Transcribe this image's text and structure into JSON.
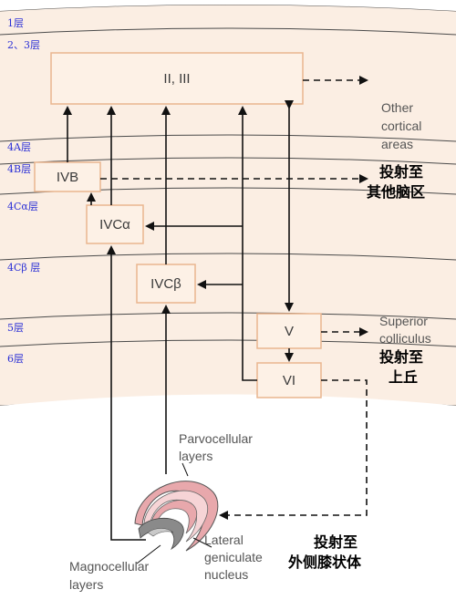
{
  "layers": [
    "1层",
    "2、3层",
    "4A层",
    "4B层",
    "4Cα层",
    "4Cβ 层",
    "5层",
    "6层"
  ],
  "boxes": {
    "l23": "II, III",
    "ivb": "IVB",
    "ivca": "IVCα",
    "ivcb": "IVCβ",
    "v": "V",
    "vi": "VI"
  },
  "outputs": {
    "other_cortical": [
      "Other",
      "cortical",
      "areas"
    ],
    "superior_colliculus": [
      "Superior",
      "colliculus"
    ]
  },
  "cn_labels": {
    "projection_other": [
      "投射至",
      "其他脑区"
    ],
    "projection_sc": [
      "投射至",
      "上丘"
    ],
    "projection_lgn": [
      "投射至",
      "外侧膝状体"
    ]
  },
  "lgn": {
    "parvocellular": [
      "Parvocellular",
      "layers"
    ],
    "magnocellular": [
      "Magnocellular",
      "layers"
    ],
    "nucleus": [
      "Lateral",
      "geniculate",
      "nucleus"
    ]
  },
  "colors": {
    "band": "#fbeee3",
    "box_fill": "#fdf1e6",
    "box_stroke": "#e9b58f",
    "line": "#111111",
    "layer_text": "#2a2fd6",
    "lgn_pink": "#e8a8ac",
    "lgn_gray": "#8a8a8a"
  }
}
